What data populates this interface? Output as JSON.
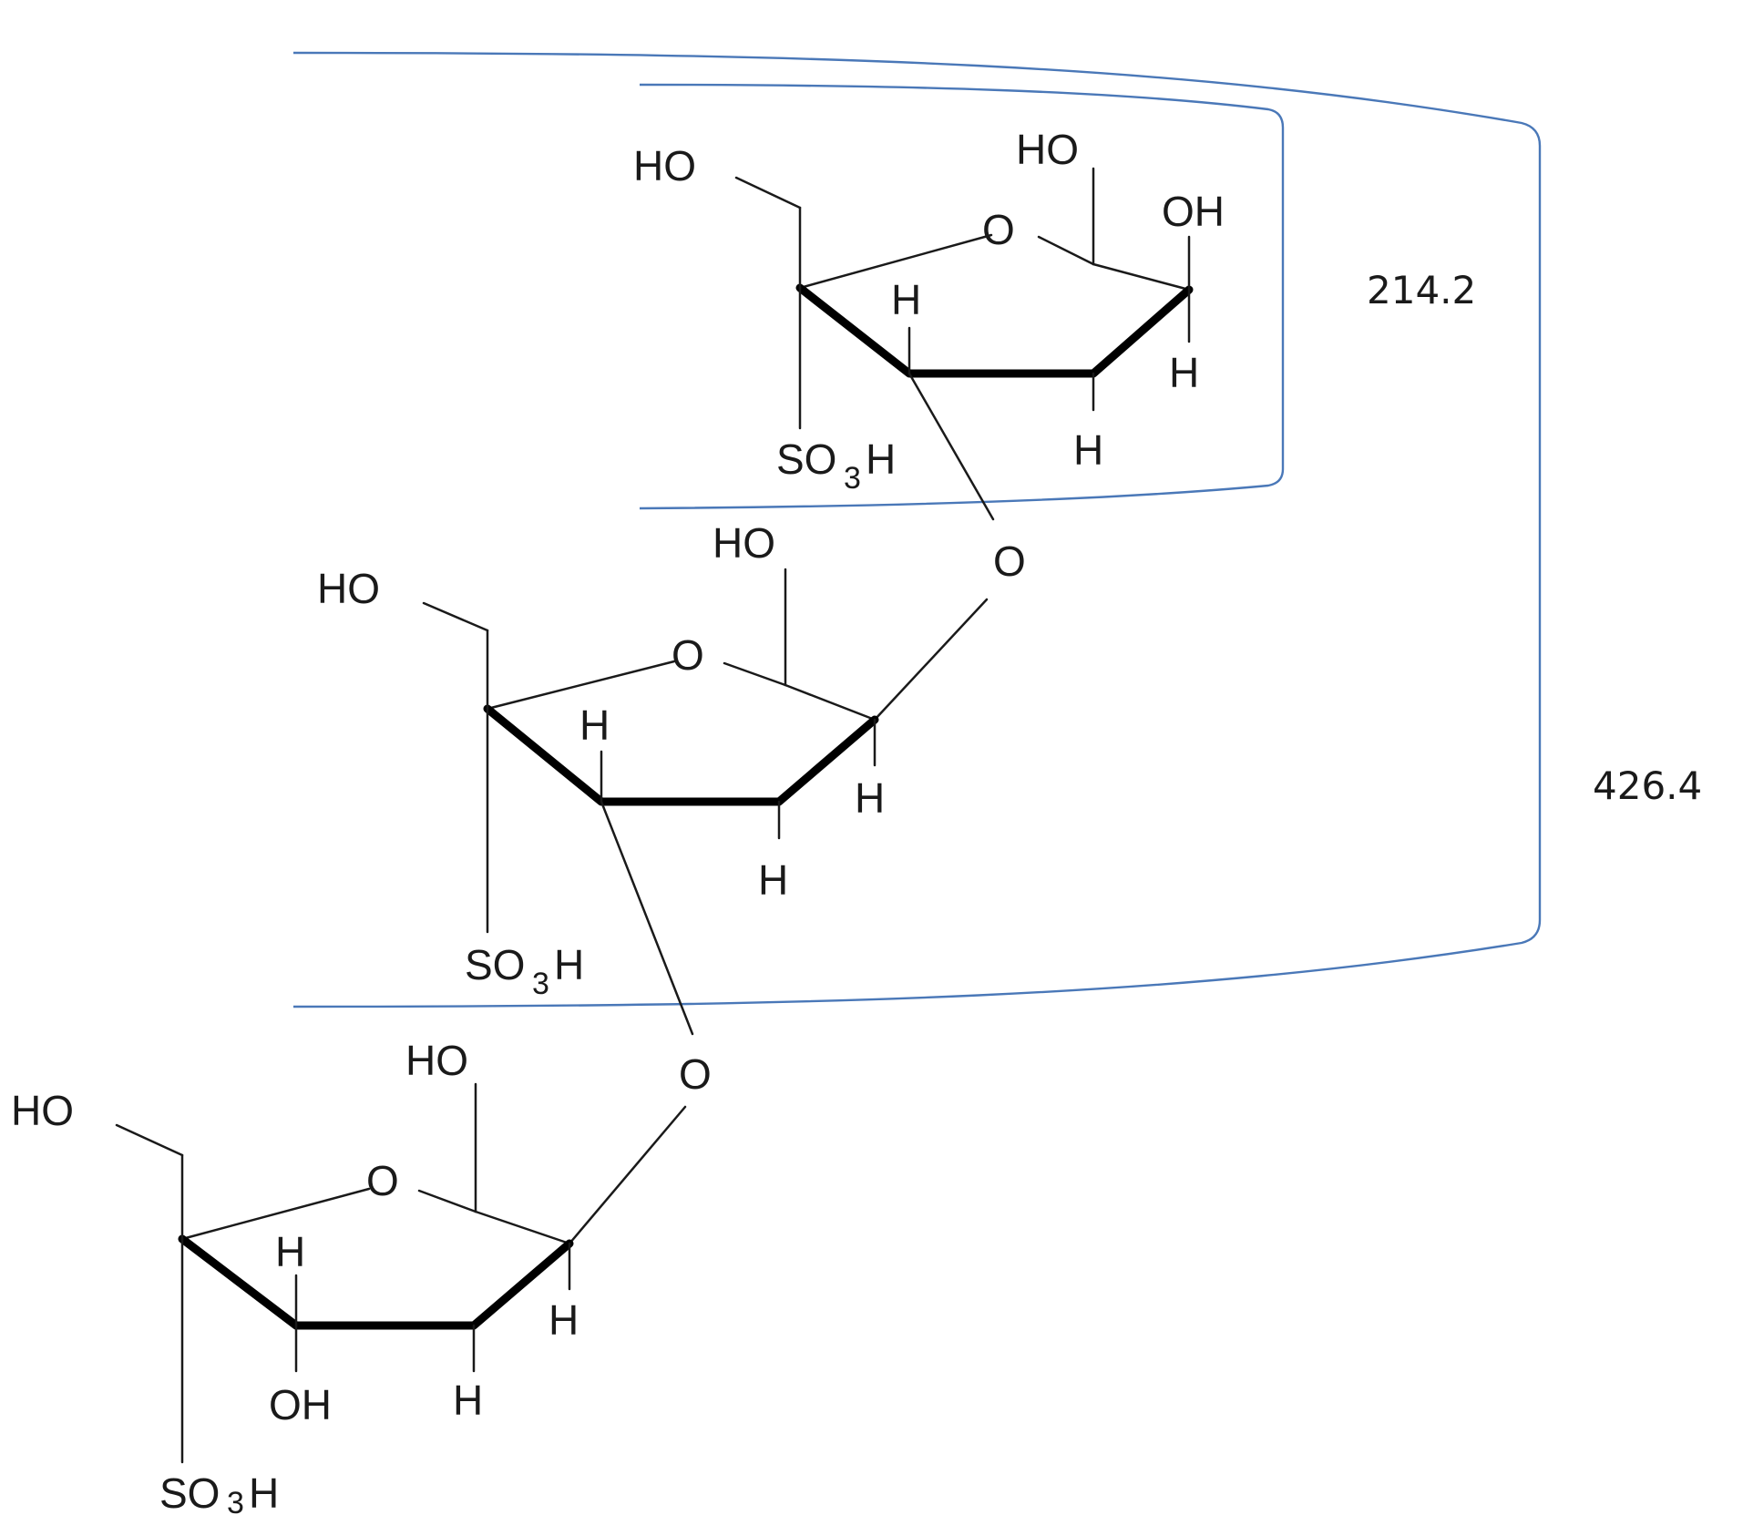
{
  "colors": {
    "bracket": "#4a78b8",
    "ink": "#1a1a1a"
  },
  "labels": {
    "ho": "HO",
    "oh": "OH",
    "h": "H",
    "o": "O",
    "so3h_prefix": "SO",
    "so3h_sub": "3",
    "so3h_suffix": "H"
  },
  "fragments": [
    {
      "mass": "214.2"
    },
    {
      "mass": "426.4"
    }
  ]
}
